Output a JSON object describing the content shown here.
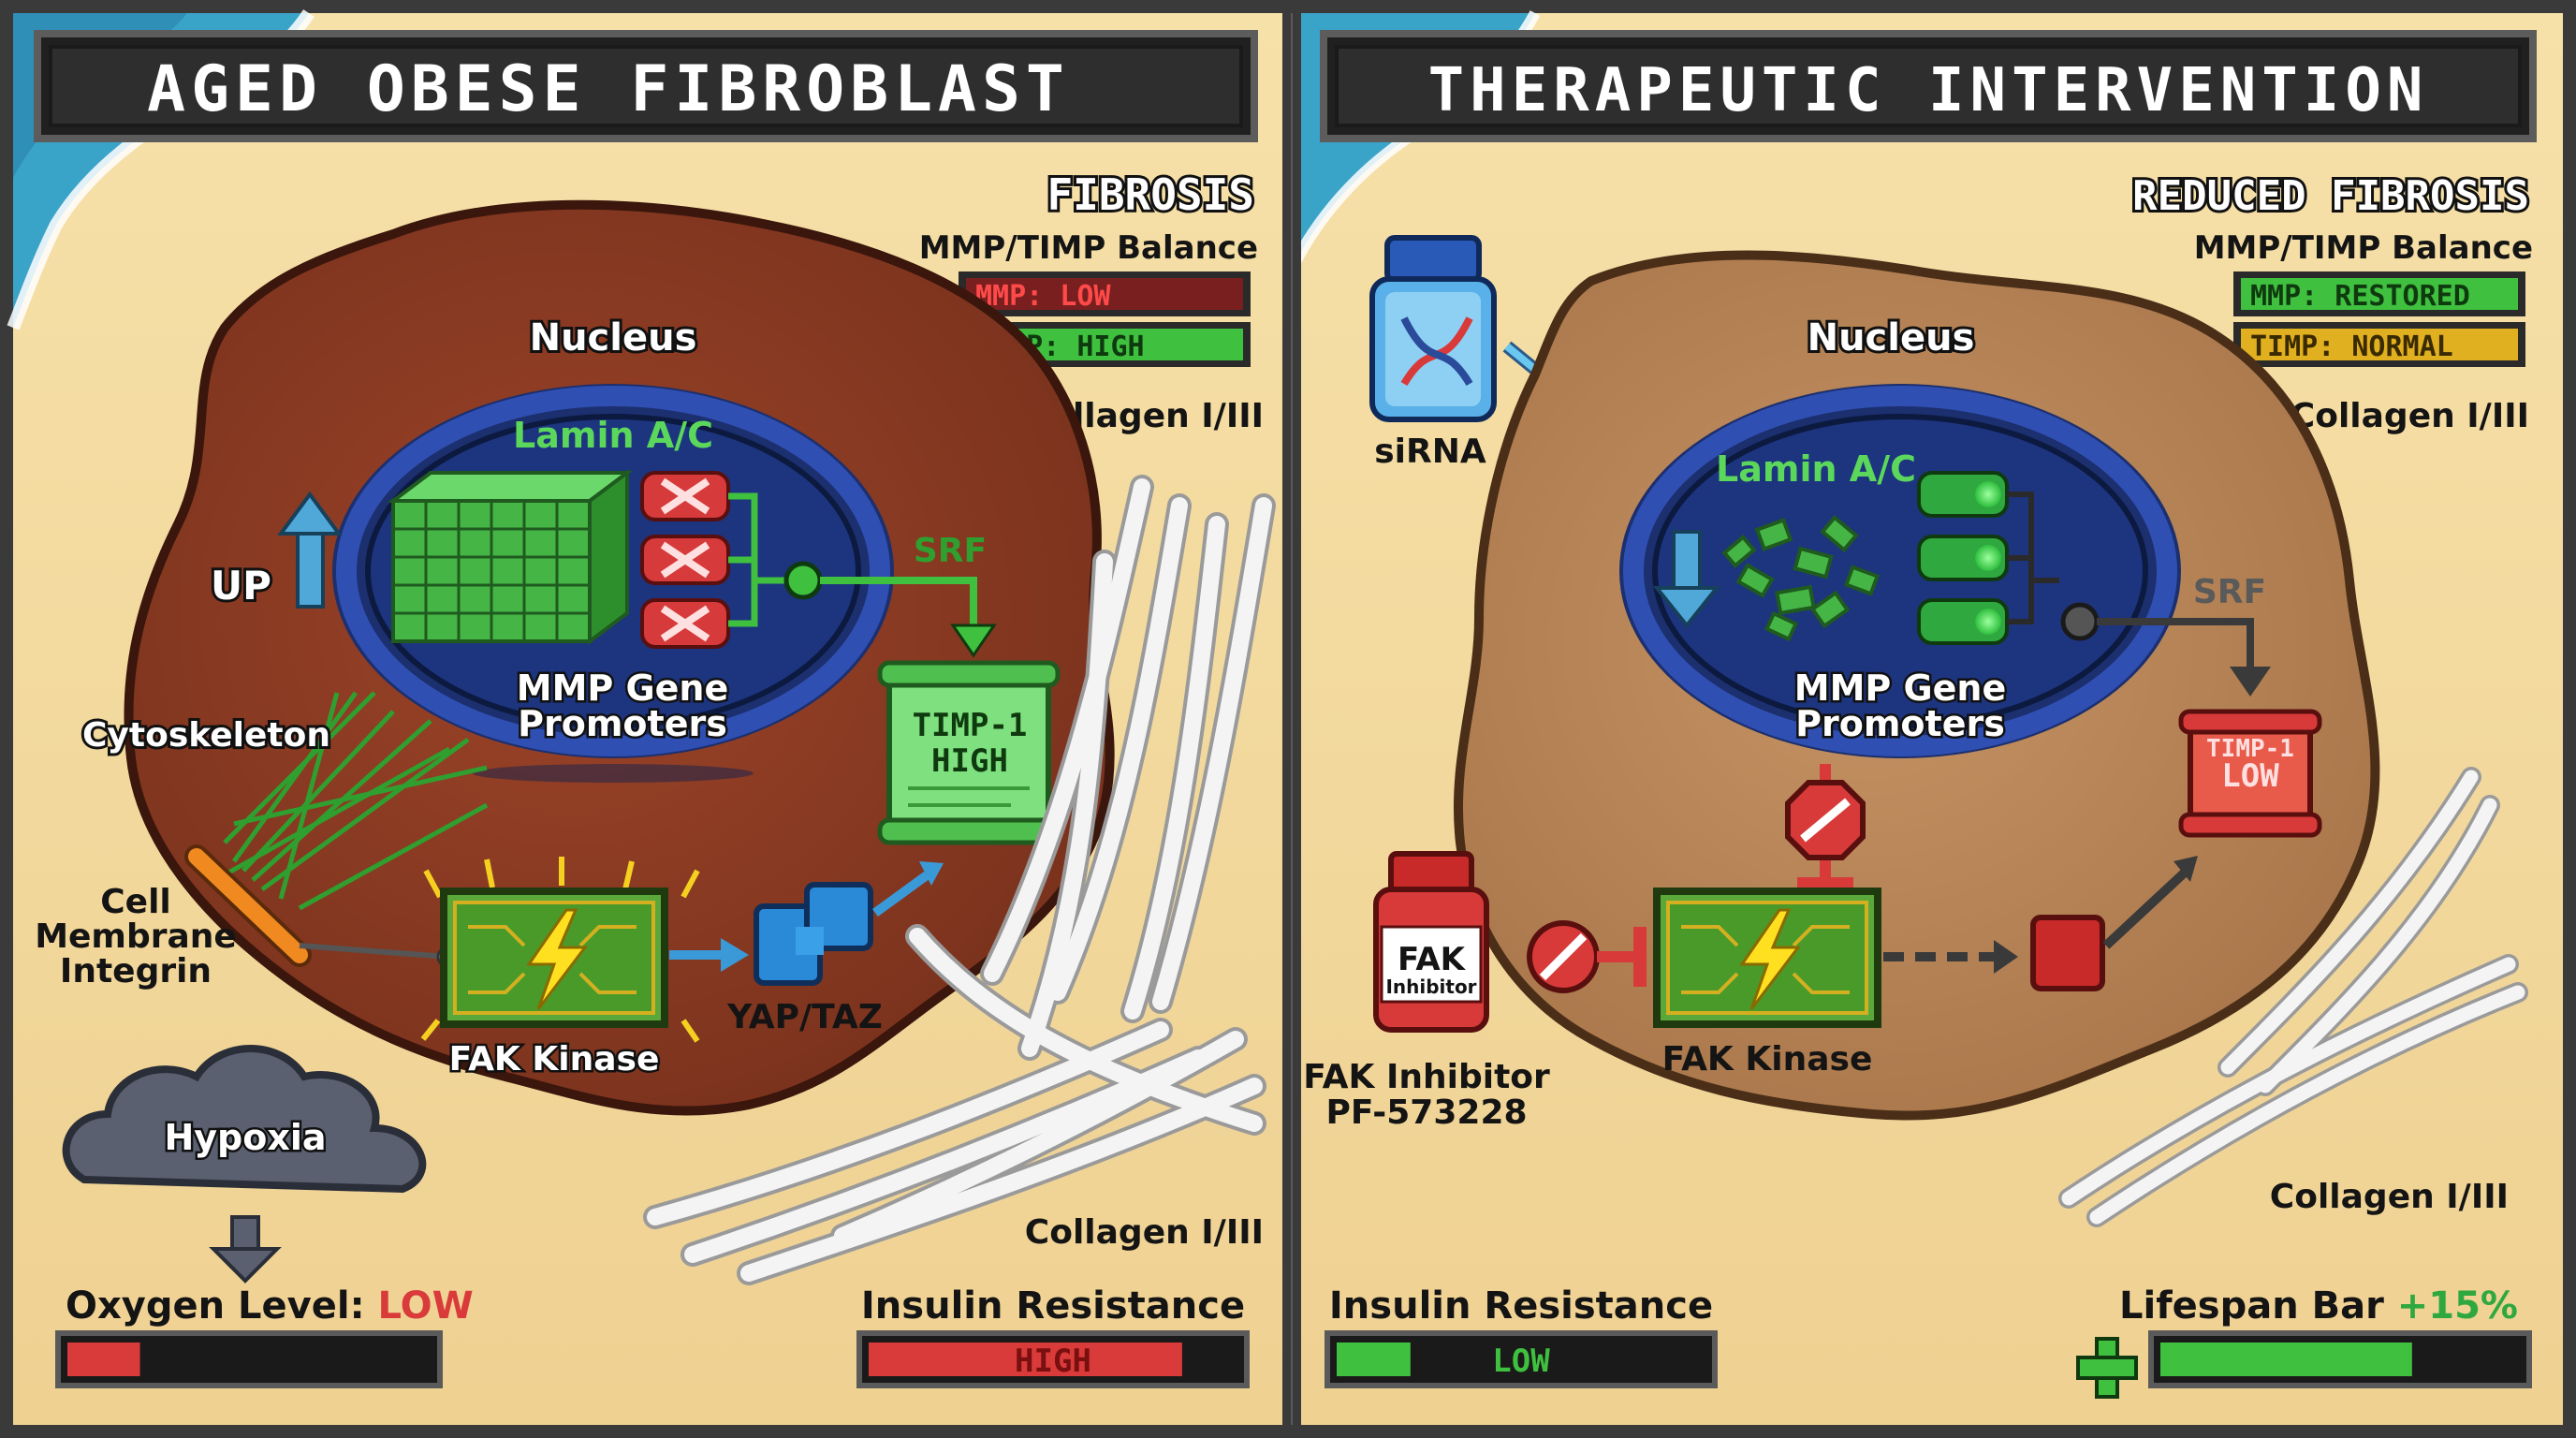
{
  "left_panel": {
    "title": "AGED OBESE FIBROBLAST",
    "status_title": "FIBROSIS",
    "balance_label": "MMP/TIMP Balance",
    "mmp_bar": "MMP: LOW",
    "timp_bar": "TIMP: HIGH",
    "collagen_top": "Collagen I/III",
    "nucleus": "Nucleus",
    "lamin": "Lamin A/C",
    "srf": "SRF",
    "up": "UP",
    "promoters_line1": "MMP Gene",
    "promoters_line2": "Promoters",
    "timp_scroll_line1": "TIMP-1",
    "timp_scroll_line2": "HIGH",
    "cytoskeleton": "Cytoskeleton",
    "membrane_line1": "Cell",
    "membrane_line2": "Membrane",
    "membrane_line3": "Integrin",
    "fak": "FAK Kinase",
    "yap": "YAP/TAZ",
    "hypoxia": "Hypoxia",
    "collagen_bottom": "Collagen I/III",
    "oxygen_label": "Oxygen Level: ",
    "oxygen_value": "LOW",
    "oxygen_level": 0.2,
    "insulin_label": "Insulin Resistance",
    "insulin_value": "HIGH",
    "insulin_level": 0.85
  },
  "right_panel": {
    "title": "THERAPEUTIC INTERVENTION",
    "status_title": "REDUCED FIBROSIS",
    "balance_label": "MMP/TIMP Balance",
    "mmp_bar": "MMP: RESTORED",
    "timp_bar": "TIMP: NORMAL",
    "collagen_top": "Collagen I/III",
    "sirna": "siRNA",
    "nucleus": "Nucleus",
    "lamin": "Lamin A/C",
    "srf": "SRF",
    "promoters_line1": "MMP Gene",
    "promoters_line2": "Promoters",
    "timp_scroll_line1": "TIMP-1",
    "timp_scroll_line2": "LOW",
    "fak_bottle_line1": "FAK",
    "fak_bottle_line2": "Inhibitor",
    "fak_inhibitor_line1": "FAK Inhibitor",
    "fak_inhibitor_line2": "PF-573228",
    "fak": "FAK Kinase",
    "collagen_bottom": "Collagen I/III",
    "insulin_label": "Insulin Resistance",
    "insulin_value": "LOW",
    "insulin_level": 0.2,
    "lifespan_label": "Lifespan Bar ",
    "lifespan_value": "+15%",
    "lifespan_level": 0.7
  },
  "colors": {
    "frame": "#3a3a3a",
    "sand": "#f3dba0",
    "ocean": "#3aa3c8",
    "aged_cell": "#8c3a22",
    "treated_cell": "#b98456",
    "nucleus": "#1f3a8c",
    "bad_red": "#d93a3a",
    "good_green": "#3fc03f",
    "warn_yellow": "#e0b020",
    "collagen": "#f2f2f2"
  }
}
